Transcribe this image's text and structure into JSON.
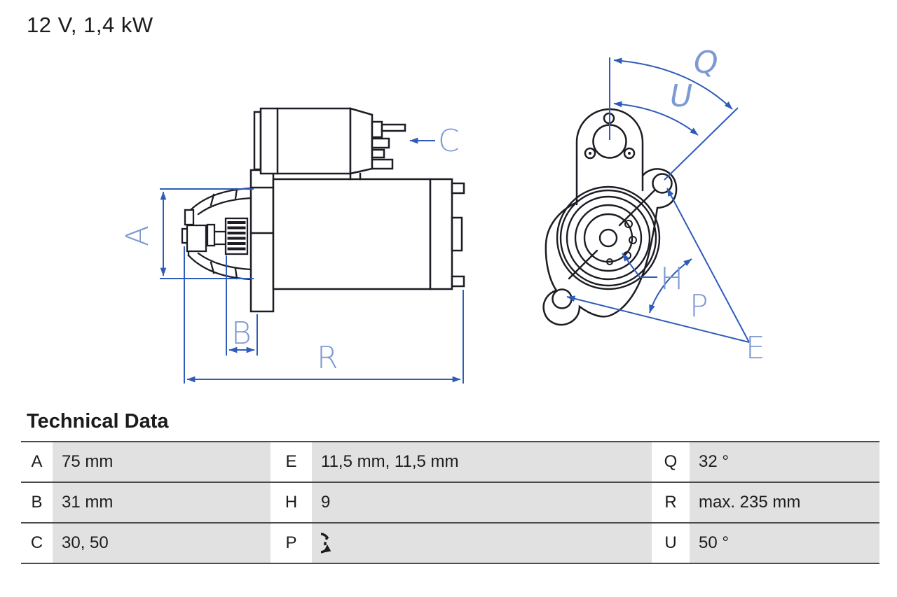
{
  "title": "12 V, 1,4 kW",
  "technical_data": {
    "heading": "Technical Data",
    "rows": [
      [
        {
          "key": "A",
          "value": "75 mm"
        },
        {
          "key": "E",
          "value": "11,5 mm, 11,5 mm"
        },
        {
          "key": "Q",
          "value": "32 °"
        }
      ],
      [
        {
          "key": "B",
          "value": "31 mm"
        },
        {
          "key": "H",
          "value": "9"
        },
        {
          "key": "R",
          "value": "max. 235 mm"
        }
      ],
      [
        {
          "key": "C",
          "value": "30, 50"
        },
        {
          "key": "P",
          "value": "",
          "icon": "rotation-direction-icon"
        },
        {
          "key": "U",
          "value": "50 °"
        }
      ]
    ]
  },
  "diagram": {
    "side_view": {
      "labels": {
        "A": "A",
        "B": "B",
        "C": "C",
        "R": "R"
      }
    },
    "front_view": {
      "labels": {
        "Q": "Q",
        "U": "U",
        "H": "H",
        "P": "P",
        "E": "E"
      }
    },
    "colors": {
      "outline": "#1c1c24",
      "dimension_line": "#2e5cb8",
      "dimension_label": "#7e9ad2",
      "table_cell_background": "#e1e1e1"
    }
  }
}
